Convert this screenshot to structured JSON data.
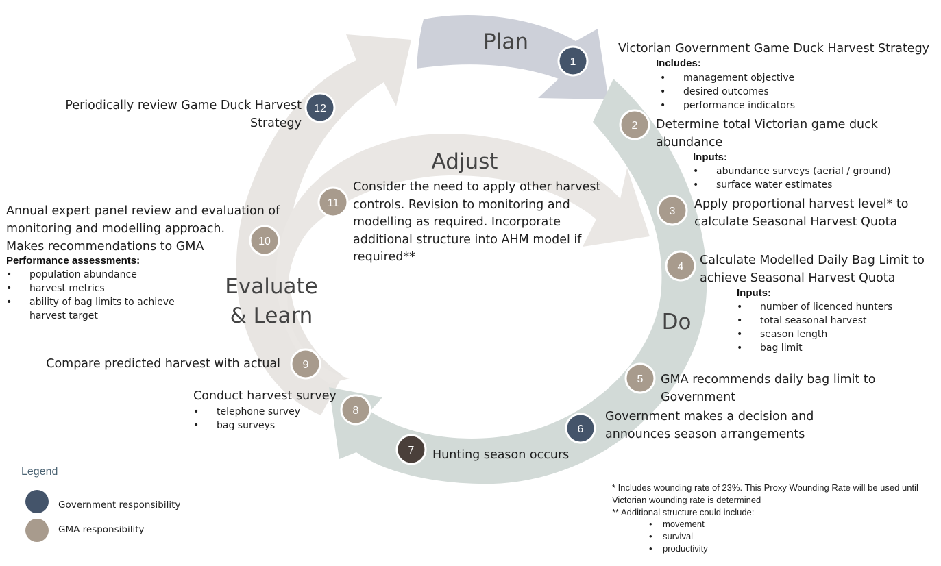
{
  "colors": {
    "government": "#44546a",
    "gma": "#a89b8d",
    "hunting": "#4a3f3a",
    "plan_arrow": "#cdd0d9",
    "do_arrow": "#d2dad7",
    "evaluate_arrow": "#e8e5e2",
    "adjust_arrow": "#eae7e4",
    "legend_title": "#4b6373"
  },
  "phases": {
    "plan": "Plan",
    "do": "Do",
    "evaluate_line1": "Evaluate",
    "evaluate_line2": "& Learn",
    "adjust": "Adjust"
  },
  "steps": [
    {
      "number": "1",
      "responsibility": "government",
      "text": "Victorian Government Game Duck Harvest Strategy",
      "list_heading": "Includes:",
      "bullets": [
        "management objective",
        "desired outcomes",
        "performance indicators"
      ]
    },
    {
      "number": "2",
      "responsibility": "gma",
      "line1": "Determine total Victorian game duck",
      "line2": "abundance",
      "list_heading": "Inputs:",
      "bullets": [
        "abundance surveys (aerial / ground)",
        "surface water estimates"
      ]
    },
    {
      "number": "3",
      "responsibility": "gma",
      "line1": "Apply proportional harvest level* to",
      "line2": "calculate Seasonal Harvest Quota"
    },
    {
      "number": "4",
      "responsibility": "gma",
      "line1": "Calculate Modelled Daily Bag Limit to",
      "line2": "achieve Seasonal Harvest Quota",
      "list_heading": "Inputs:",
      "bullets": [
        "number of licenced hunters",
        "total seasonal harvest",
        "season length",
        "bag limit"
      ]
    },
    {
      "number": "5",
      "responsibility": "gma",
      "line1": "GMA recommends daily bag limit to",
      "line2": "Government"
    },
    {
      "number": "6",
      "responsibility": "government",
      "line1": "Government makes a decision and",
      "line2": "announces season arrangements"
    },
    {
      "number": "7",
      "responsibility": "hunting",
      "text": "Hunting season occurs"
    },
    {
      "number": "8",
      "responsibility": "gma",
      "text": "Conduct harvest survey",
      "bullets": [
        "telephone survey",
        "bag surveys"
      ]
    },
    {
      "number": "9",
      "responsibility": "gma",
      "text": "Compare predicted harvest with actual"
    },
    {
      "number": "10",
      "responsibility": "gma",
      "line1": "Annual expert panel review and evaluation of",
      "line2": "monitoring and modelling approach.",
      "line3": "Makes recommendations to GMA",
      "list_heading": "Performance assessments:",
      "bullets": [
        "population abundance",
        "harvest metrics",
        "ability of bag limits to achieve",
        "harvest target"
      ]
    },
    {
      "number": "11",
      "responsibility": "gma",
      "line1": "Consider the need to apply other harvest",
      "line2": "controls. Revision to monitoring and",
      "line3": "modelling as required. Incorporate",
      "line4": "additional structure into AHM model if",
      "line5": "required**"
    },
    {
      "number": "12",
      "responsibility": "government",
      "line1": "Periodically review Game Duck Harvest",
      "line2": "Strategy"
    }
  ],
  "legend": {
    "title": "Legend",
    "items": [
      {
        "label": "Government responsibility",
        "color_key": "government"
      },
      {
        "label": "GMA responsibility",
        "color_key": "gma"
      }
    ]
  },
  "notes": {
    "line1": "* Includes wounding rate of 23%. This Proxy Wounding Rate will be used until",
    "line2": "Victorian wounding rate is determined",
    "line3": "** Additional structure could include:",
    "bullets": [
      "movement",
      "survival",
      "productivity"
    ]
  }
}
